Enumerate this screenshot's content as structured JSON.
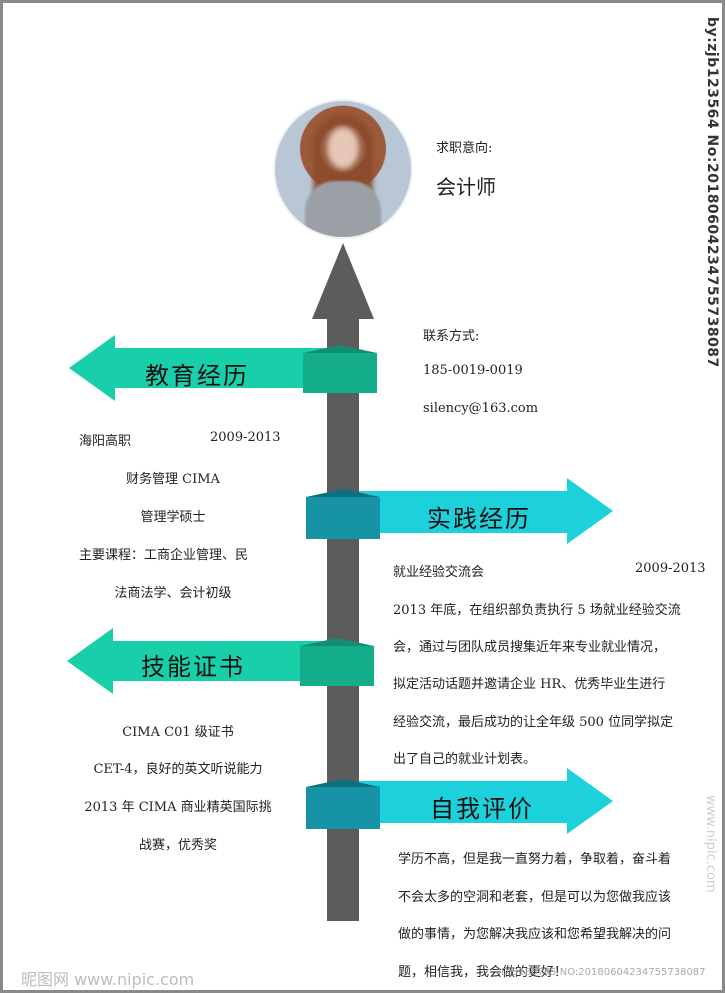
{
  "job_intent": {
    "label": "求职意向:",
    "value": "会计师"
  },
  "contact": {
    "label": "联系方式:",
    "phone": "185-0019-0019",
    "email": "silency@163.com"
  },
  "sections": {
    "education": "教育经历",
    "practice": "实践经历",
    "skills": "技能证书",
    "self_eval": "自我评价"
  },
  "education": {
    "school": "海阳高职",
    "years": "2009-2013",
    "major": "财务管理 CIMA",
    "degree": "管理学硕士",
    "courses_line1": "主要课程：工商企业管理、民",
    "courses_line2": "法商法学、会计初级"
  },
  "practice": {
    "title": "就业经验交流会",
    "years": "2009-2013",
    "lines": [
      "2013 年底，在组织部负责执行 5 场就业经验交流",
      "会，通过与团队成员搜集近年来专业就业情况，",
      "拟定活动话题并邀请企业 HR、优秀毕业生进行",
      "经验交流，最后成功的让全年级 500 位同学拟定",
      "出了自己的就业计划表。"
    ]
  },
  "skills": {
    "lines": [
      "CIMA C01 级证书",
      "CET-4，良好的英文听说能力",
      "2013 年 CIMA 商业精英国际挑",
      "战赛，优秀奖"
    ]
  },
  "self_eval": {
    "lines": [
      "学历不高，但是我一直努力着，争取着，奋斗着",
      "不会太多的空洞和老套，但是可以为您做我应该",
      "做的事情，为您解决我应该和您希望我解决的问",
      "题，相信我，我会做的更好！"
    ]
  },
  "watermarks": {
    "right": "by:zjb123564 No:20180604234755738087",
    "right2": "www.nipic.com",
    "bottom_left": "昵图网 www.nipic.com",
    "bottom_right": "ID:3186745 NO:20180604234755738087"
  },
  "colors": {
    "green": "#19cfaa",
    "teal": "#1cd1dc",
    "shaft": "#5c5c5c"
  }
}
